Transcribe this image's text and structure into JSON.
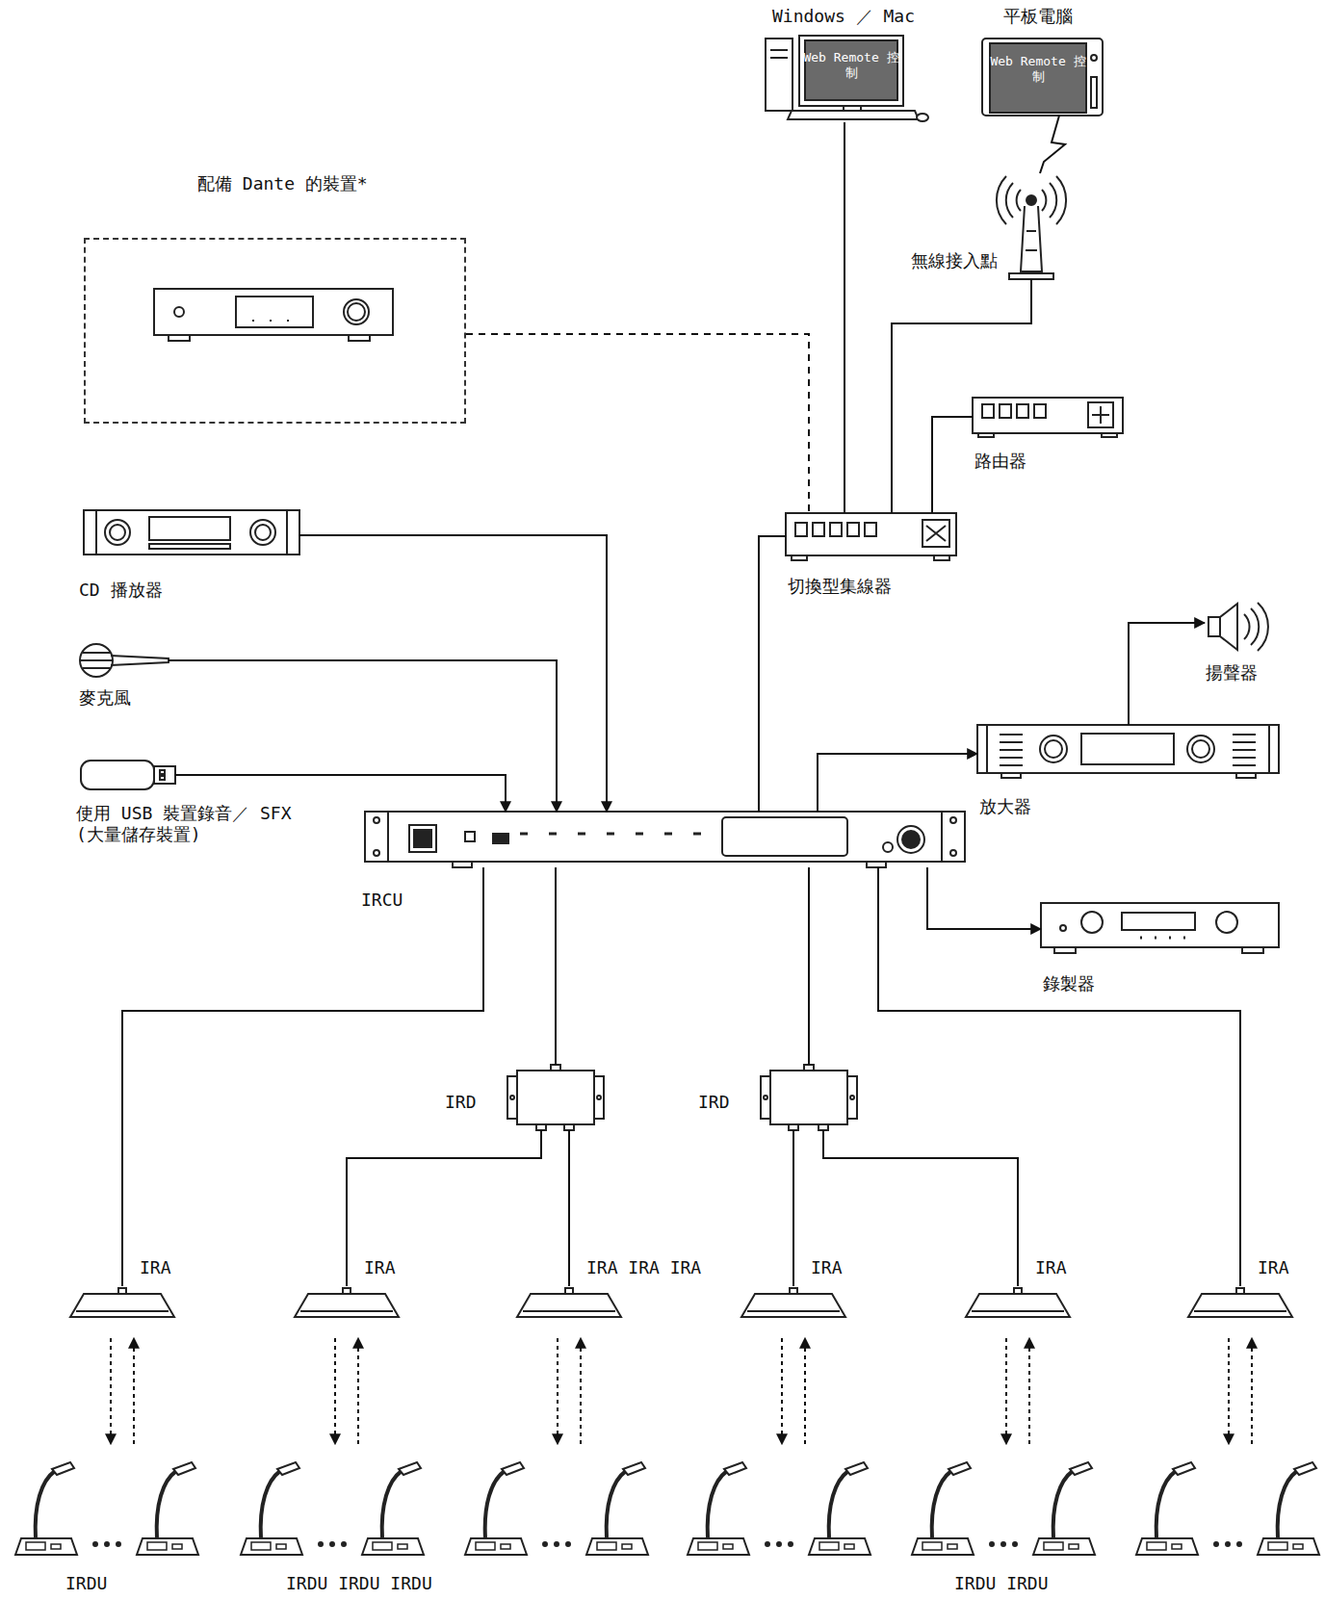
{
  "diagram": {
    "nodes": [
      {
        "text": [
          "Windows ／ Mac",
          "Web Remote 控制"
        ]
      },
      {
        "text": [
          "平板電腦",
          "Web Remote 控制"
        ]
      },
      {
        "text": [
          "配備 Dante 的裝置*"
        ]
      },
      {
        "text": [
          "無線接入點"
        ]
      },
      {
        "text": [
          "路由器"
        ]
      },
      {
        "text": [
          "切換型集線器"
        ]
      },
      {
        "text": [
          "CD 播放器"
        ]
      },
      {
        "text": [
          "麥克風"
        ]
      },
      {
        "text": [
          "使用 USB 裝置錄音／ SFX (大量儲存裝置)"
        ]
      },
      {
        "text": [
          "IRCU"
        ]
      },
      {
        "text": [
          "揚聲器"
        ]
      },
      {
        "text": [
          "放大器"
        ]
      },
      {
        "text": [
          "錄製器"
        ]
      },
      {
        "text": [
          "IRD"
        ]
      },
      {
        "text": [
          "IRD"
        ]
      },
      {
        "text": [
          "IRA"
        ]
      },
      {
        "text": [
          "IRA"
        ]
      },
      {
        "text": [
          "IRA IRA IRA"
        ]
      },
      {
        "text": [
          "IRA"
        ]
      },
      {
        "text": [
          "IRA"
        ]
      },
      {
        "text": [
          "IRA"
        ]
      },
      {
        "text": [
          "IRDU"
        ]
      },
      {
        "text": [
          "IRDU IRDU IRDU"
        ]
      },
      {
        "text": []
      },
      {
        "text": []
      },
      {
        "text": [
          "IRDU IRDU"
        ]
      },
      {
        "text": []
      }
    ],
    "edges": [
      {
        "from": 0,
        "to": 5,
        "arrow": "none"
      },
      {
        "from": 1,
        "to": 3,
        "arrow": "none"
      },
      {
        "from": 3,
        "to": 5,
        "arrow": "none"
      },
      {
        "from": 4,
        "to": 5,
        "arrow": "none"
      },
      {
        "from": 2,
        "to": 5,
        "arrow": "none"
      },
      {
        "from": 5,
        "to": 9,
        "arrow": "none"
      },
      {
        "from": 6,
        "to": 9,
        "arrow": "to"
      },
      {
        "from": 7,
        "to": 9,
        "arrow": "to"
      },
      {
        "from": 8,
        "to": 9,
        "arrow": "to"
      },
      {
        "from": 9,
        "to": 11,
        "arrow": "to"
      },
      {
        "from": 11,
        "to": 10,
        "arrow": "to"
      },
      {
        "from": 9,
        "to": 12,
        "arrow": "to"
      },
      {
        "from": 9,
        "to": 15,
        "arrow": "none"
      },
      {
        "from": 9,
        "to": 13,
        "arrow": "none"
      },
      {
        "from": 9,
        "to": 14,
        "arrow": "none"
      },
      {
        "from": 9,
        "to": 20,
        "arrow": "none"
      },
      {
        "from": 13,
        "to": 16,
        "arrow": "none"
      },
      {
        "from": 13,
        "to": 17,
        "arrow": "none"
      },
      {
        "from": 14,
        "to": 18,
        "arrow": "none"
      },
      {
        "from": 14,
        "to": 19,
        "arrow": "none"
      },
      {
        "from": 15,
        "to": 21,
        "arrow": "both"
      },
      {
        "from": 16,
        "to": 22,
        "arrow": "both"
      },
      {
        "from": 17,
        "to": 23,
        "arrow": "both"
      },
      {
        "from": 18,
        "to": 24,
        "arrow": "both"
      },
      {
        "from": 19,
        "to": 25,
        "arrow": "both"
      },
      {
        "from": 20,
        "to": 26,
        "arrow": "both"
      }
    ]
  }
}
